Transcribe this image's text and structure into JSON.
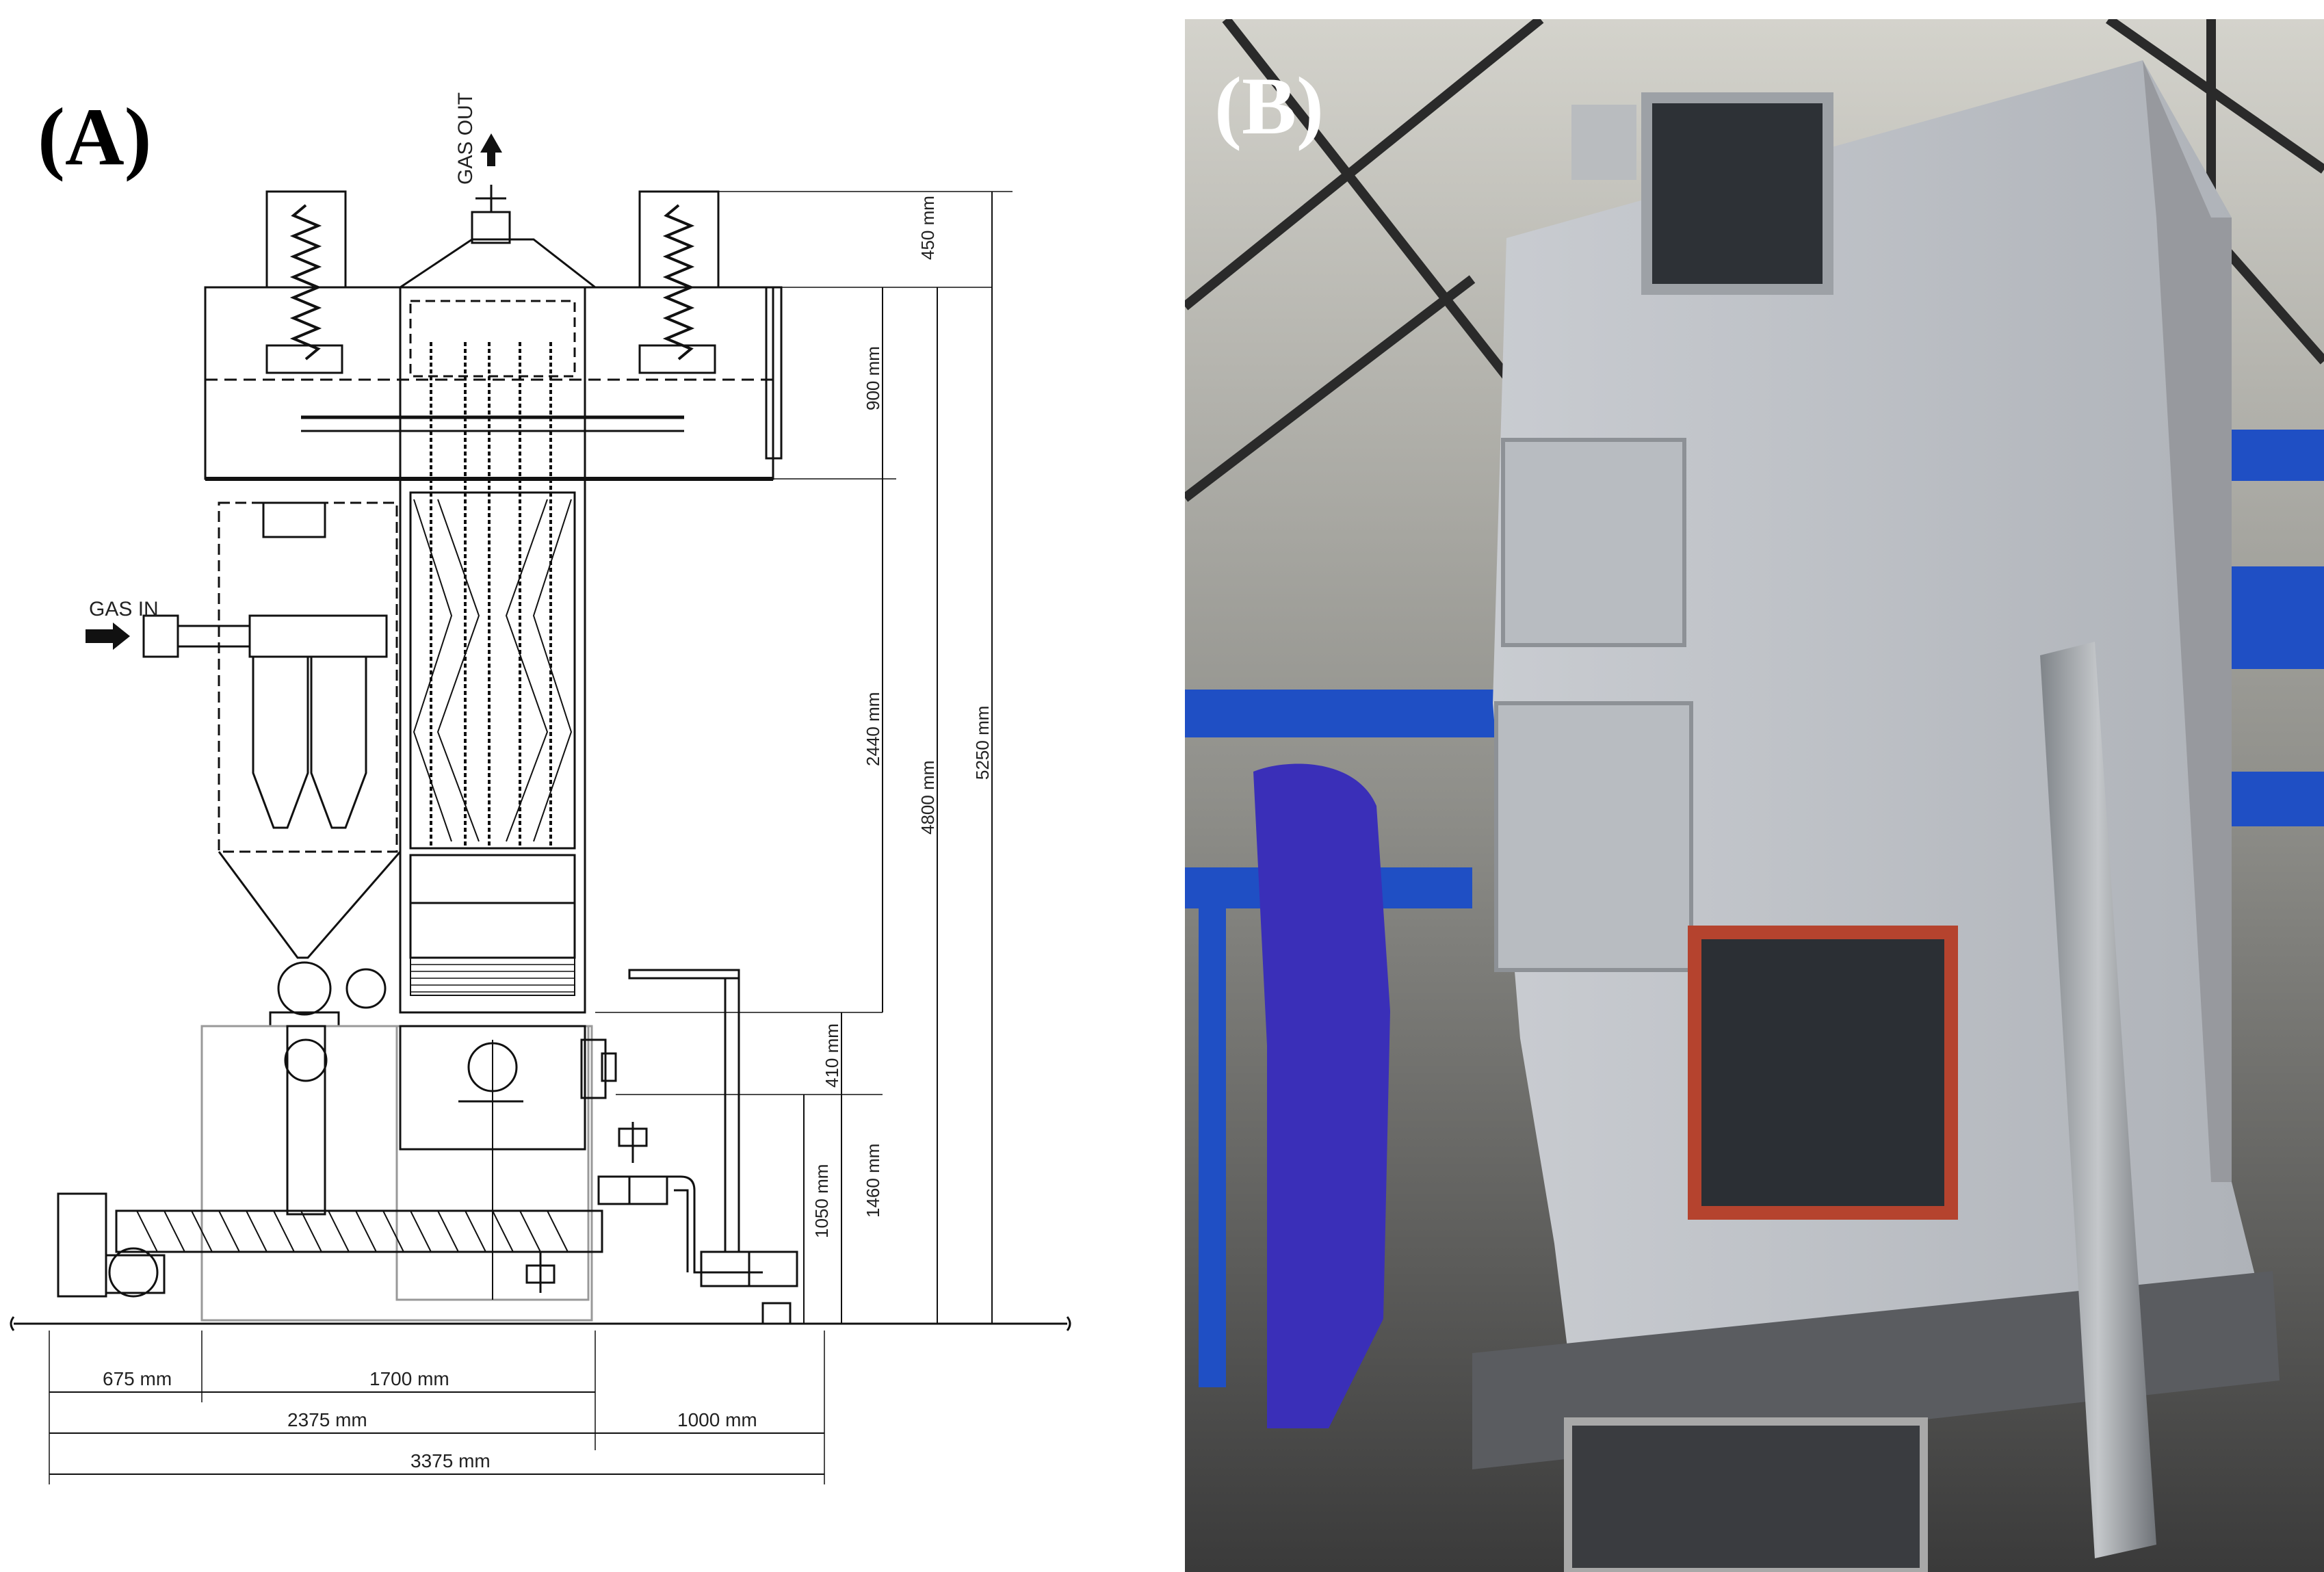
{
  "panel_a": {
    "label": "(A)",
    "gas_out": "GAS OUT",
    "gas_in": "GAS IN",
    "dimensions": {
      "d450": "450 mm",
      "d900": "900 mm",
      "d2440": "2440 mm",
      "d4800": "4800 mm",
      "d5250": "5250 mm",
      "d410": "410 mm",
      "d1460": "1460 mm",
      "d1050": "1050 mm",
      "d675": "675 mm",
      "d1700": "1700 mm",
      "d2375": "2375 mm",
      "d1000": "1000 mm",
      "d3375": "3375 mm"
    }
  },
  "panel_b": {
    "label": "(B)"
  },
  "colors": {
    "photo_blue_pipe": "#1f4fc4",
    "insulated_pipe": "#3a2fb8",
    "housing_gray": "#bcc0c6",
    "window_frame_red": "#b5432e"
  }
}
